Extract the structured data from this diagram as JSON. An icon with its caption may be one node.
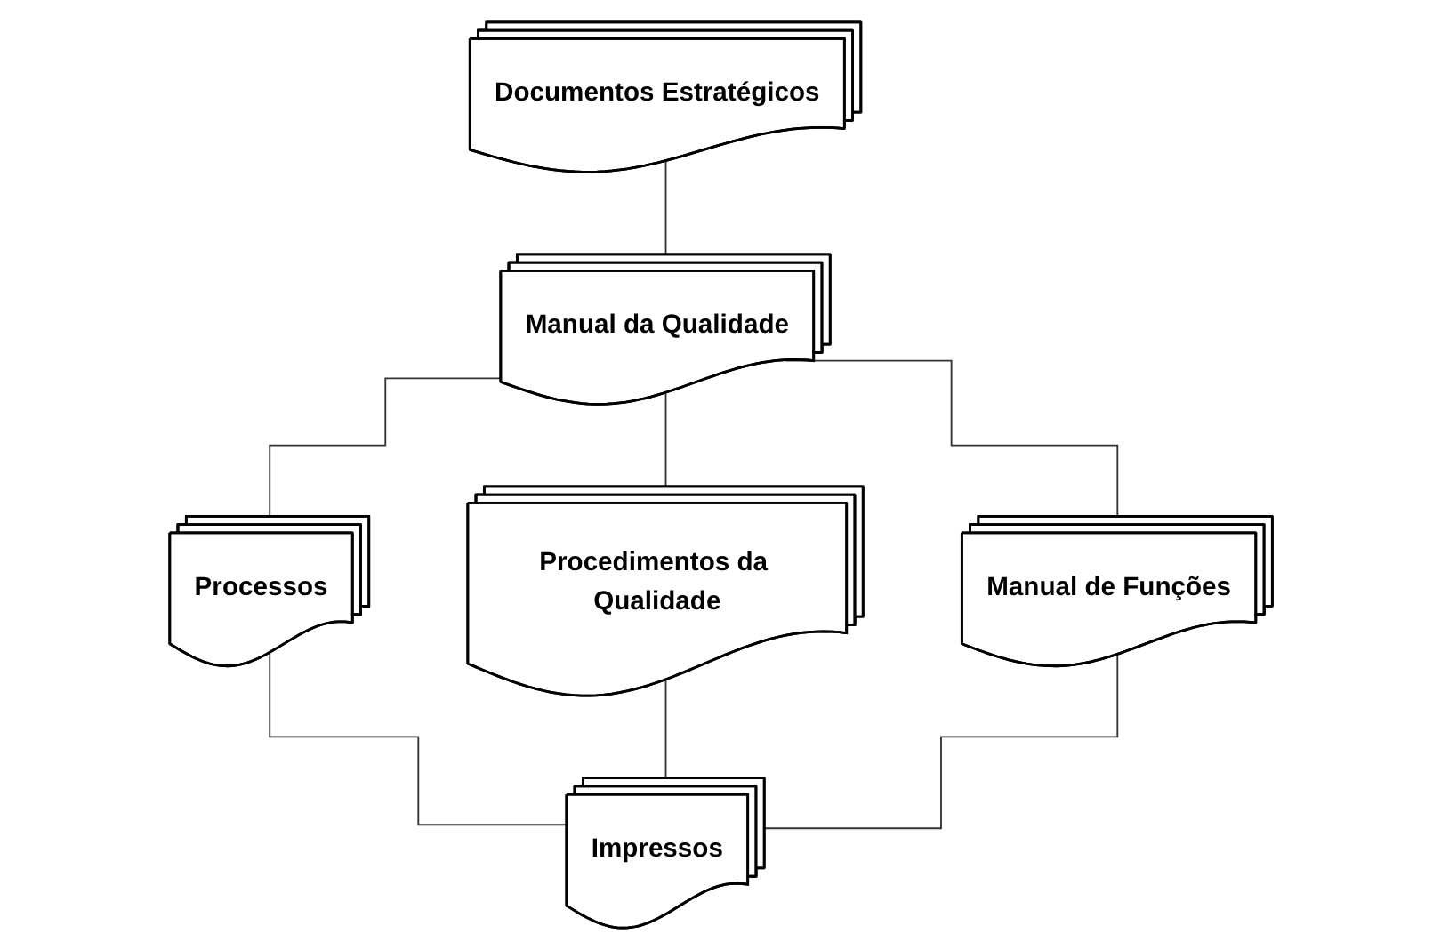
{
  "diagram": {
    "nodes": [
      {
        "text": [
          "Documentos Estratégicos"
        ]
      },
      {
        "text": [
          "Manual da Qualidade"
        ]
      },
      {
        "text": [
          "Processos"
        ]
      },
      {
        "text": [
          "Procedimentos da Qualidade"
        ]
      },
      {
        "text": [
          "Manual de Funções"
        ]
      },
      {
        "text": [
          "Impressos"
        ]
      }
    ],
    "edges": [
      {
        "from": 0,
        "to": 1,
        "arrow": "none"
      },
      {
        "from": 1,
        "to": 2,
        "arrow": "none"
      },
      {
        "from": 1,
        "to": 3,
        "arrow": "none"
      },
      {
        "from": 1,
        "to": 4,
        "arrow": "none"
      },
      {
        "from": 2,
        "to": 5,
        "arrow": "none"
      },
      {
        "from": 3,
        "to": 5,
        "arrow": "none"
      },
      {
        "from": 4,
        "to": 5,
        "arrow": "none"
      }
    ]
  }
}
